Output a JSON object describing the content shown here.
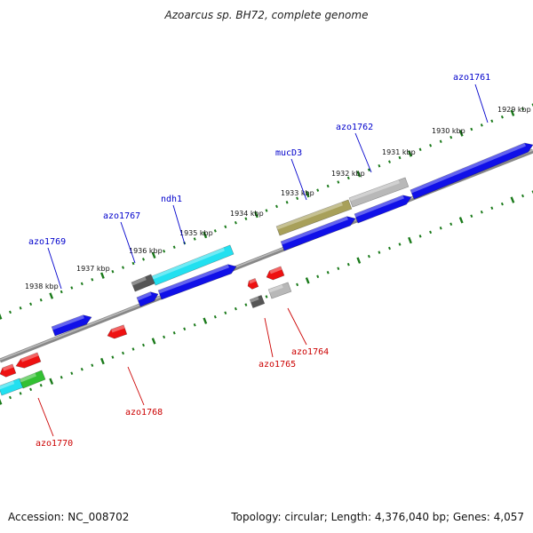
{
  "title": "Azoarcus sp. BH72, complete genome",
  "footer": {
    "accession": "Accession: NC_008702",
    "summary": "Topology: circular; Length: 4,376,040 bp; Genes: 4,057"
  },
  "colors": {
    "backbone": "#777777",
    "tick_dots": "#1a7a1a",
    "forward_label": "#0000cc",
    "reverse_label": "#cc0000",
    "blue": "#1010e8",
    "cyan": "#22e0f0",
    "gray_dark": "#555555",
    "gray_light": "#b8b8b8",
    "olive": "#a8a05a",
    "red": "#ee1111",
    "green": "#33c033"
  },
  "scale_ticks": [
    "1929 kbp",
    "1930 kbp",
    "1931 kbp",
    "1932 kbp",
    "1933 kbp",
    "1934 kbp",
    "1935 kbp",
    "1936 kbp",
    "1937 kbp",
    "1938 kbp"
  ],
  "forward_labels": [
    "azo1761",
    "azo1762",
    "mucD3",
    "ndh1",
    "azo1767",
    "azo1769"
  ],
  "reverse_labels": [
    "azo1764",
    "azo1765",
    "azo1768",
    "azo1770"
  ]
}
